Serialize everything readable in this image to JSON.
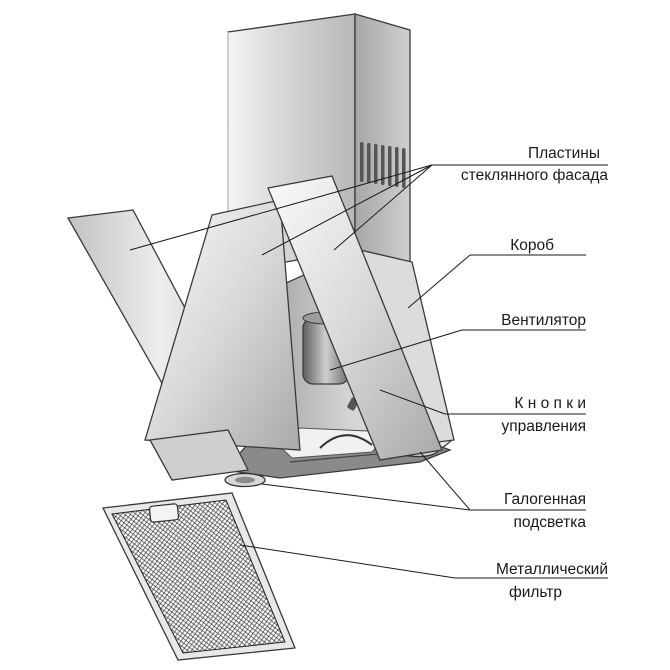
{
  "labels": {
    "glass_plates": [
      "Пластины",
      "стеклянного фасада"
    ],
    "box": "Короб",
    "fan": "Вентилятор",
    "control_buttons": [
      "К н о п к и",
      "управления"
    ],
    "halogen_light": [
      "Галогенная",
      "подсветка"
    ],
    "metal_filter": [
      "Металлический",
      "фильтр"
    ]
  },
  "colors": {
    "outline": "#3a3a3a",
    "steel_light": "#ececec",
    "steel_mid": "#c9c9c9",
    "steel_dark": "#8c8c8c",
    "text": "#1a1a1a"
  }
}
